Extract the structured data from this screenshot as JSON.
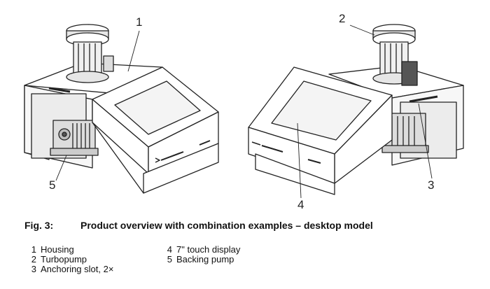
{
  "callouts": {
    "c1": "1",
    "c2": "2",
    "c3": "3",
    "c4": "4",
    "c5": "5"
  },
  "caption": {
    "number": "Fig. 3:",
    "text": "Product overview with combination examples – desktop model"
  },
  "legend": [
    {
      "num": "1",
      "label": "Housing"
    },
    {
      "num": "2",
      "label": "Turbopump"
    },
    {
      "num": "3",
      "label": "Anchoring slot, 2×"
    },
    {
      "num": "4",
      "label": "7\" touch display"
    },
    {
      "num": "5",
      "label": "Backing pump"
    }
  ]
}
